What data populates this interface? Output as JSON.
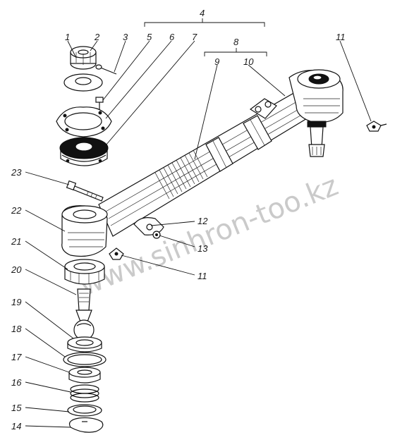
{
  "figure": {
    "watermark": "www.sinhron-too.kz",
    "callouts": {
      "c1": "1",
      "c2": "2",
      "c3": "3",
      "c4": "4",
      "c5": "5",
      "c6": "6",
      "c7": "7",
      "c8": "8",
      "c9": "9",
      "c10": "10",
      "c11_top": "11",
      "c11_mid": "11",
      "c12": "12",
      "c13": "13",
      "c14": "14",
      "c15": "15",
      "c16": "16",
      "c17": "17",
      "c18": "18",
      "c19": "19",
      "c20": "20",
      "c21": "21",
      "c22": "22",
      "c23": "23"
    }
  },
  "colors": {
    "ink": "#111111",
    "paper": "#ffffff",
    "watermark": "#8a8a8a"
  }
}
